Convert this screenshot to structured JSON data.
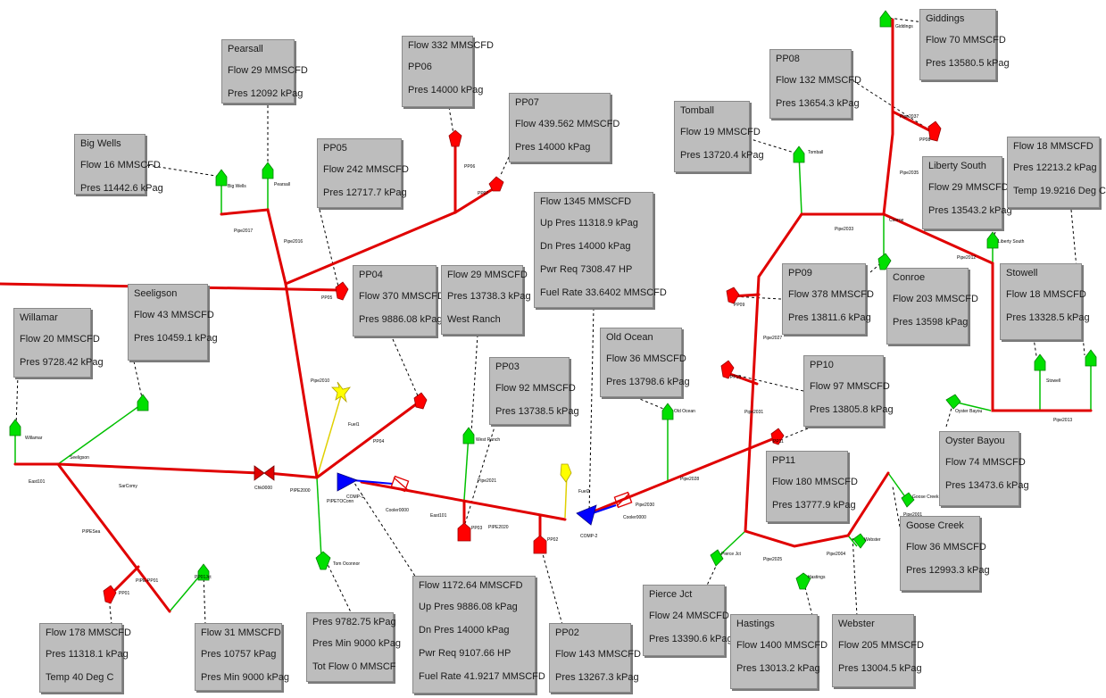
{
  "colors": {
    "pipe": "#e00000",
    "branch": "#00c000",
    "link": "#0000ff",
    "node_red": "#ff0000",
    "node_green": "#00e000",
    "node_yellow": "#ffff00",
    "compressor": "#0000ff",
    "box": "#bdbdbd"
  },
  "labels": {
    "big_wells": [
      "Big Wells",
      "Flow 16 MMSCFD",
      "Pres 11442.6 kPag"
    ],
    "pearsall": [
      "Pearsall",
      "Flow 29 MMSCFD",
      "Pres 12092 kPag"
    ],
    "pp06": [
      "Flow 332 MMSCFD",
      "PP06",
      "Pres 14000 kPag"
    ],
    "pp07": [
      "PP07",
      "Flow 439.562 MMSCFD",
      "Pres 14000 kPag"
    ],
    "pp05": [
      "PP05",
      "Flow 242 MMSCFD",
      "Pres 12717.7 kPag"
    ],
    "comp2": [
      "Flow 1345 MMSCFD",
      "Up Pres 11318.9 kPag",
      "Dn Pres 14000 kPag",
      "Pwr Req 7308.47 HP",
      "Fuel Rate 33.6402 MMSCFD"
    ],
    "pp04": [
      "PP04",
      "Flow 370 MMSCFD",
      "Pres 9886.08 kPag"
    ],
    "west_ranch": [
      "Flow 29 MMSCFD",
      "Pres 13738.3 kPag",
      "West Ranch"
    ],
    "pp03": [
      "PP03",
      "Flow 92 MMSCFD",
      "Pres 13738.5 kPag"
    ],
    "old_ocean": [
      "Old Ocean",
      "Flow 36 MMSCFD",
      "Pres 13798.6 kPag"
    ],
    "seeligson": [
      "Seeligson",
      "Flow 43 MMSCFD",
      "Pres 10459.1 kPag"
    ],
    "willamar": [
      "Willamar",
      "Flow 20 MMSCFD",
      "Pres 9728.42 kPag"
    ],
    "giddings": [
      "Giddings",
      "Flow 70 MMSCFD",
      "Pres 13580.5 kPag"
    ],
    "pp08": [
      "PP08",
      "Flow 132 MMSCFD",
      "Pres 13654.3 kPag"
    ],
    "tomball": [
      "Tomball",
      "Flow 19 MMSCFD",
      "Pres 13720.4 kPag"
    ],
    "liberty_south": [
      "Liberty South",
      "Flow 29 MMSCFD",
      "Pres 13543.2 kPag"
    ],
    "sink_temp": [
      "Flow 18 MMSCFD",
      "Pres 12213.2 kPag",
      "Temp 19.9216 Deg C"
    ],
    "pp09": [
      "PP09",
      "Flow 378 MMSCFD",
      "Pres 13811.6 kPag"
    ],
    "conroe": [
      "Conroe",
      "Flow 203 MMSCFD",
      "Pres 13598 kPag"
    ],
    "stowell": [
      "Stowell",
      "Flow 18 MMSCFD",
      "Pres 13328.5 kPag"
    ],
    "pp10": [
      "PP10",
      "Flow 97 MMSCFD",
      "Pres 13805.8 kPag"
    ],
    "oyster_bayou": [
      "Oyster Bayou",
      "Flow 74 MMSCFD",
      "Pres 13473.6 kPag"
    ],
    "pp11": [
      "PP11",
      "Flow 180 MMSCFD",
      "Pres 13777.9 kPag"
    ],
    "goose_creek": [
      "Goose Creek",
      "Flow 36 MMSCFD",
      "Pres 12993.3 kPag"
    ],
    "pierce_jct": [
      "Pierce Jct",
      "Flow 24 MMSCFD",
      "Pres 13390.6 kPag"
    ],
    "hastings": [
      "Hastings",
      "Flow 1400 MMSCFD",
      "Pres 13013.2 kPag"
    ],
    "webster": [
      "Webster",
      "Flow 205 MMSCFD",
      "Pres 13004.5 kPag"
    ],
    "pp01": [
      "Flow 178 MMSCFD",
      "Pres 11318.1 kPag",
      "Temp 40 Deg C"
    ],
    "pp01_jct": [
      "Flow 31 MMSCFD",
      "Pres 10757 kPag",
      "Pres Min 9000 kPag"
    ],
    "tom_oconnor": [
      "Pres 9782.75 kPag",
      "Pres Min 9000 kPag",
      "Tot Flow 0 MMSCF"
    ],
    "comp1": [
      "Flow 1172.64 MMSCFD",
      "Up Pres 9886.08 kPag",
      "Dn Pres 14000 kPag",
      "Pwr Req 9107.66 HP",
      "Fuel Rate 41.9217 MMSCFD"
    ],
    "pp02": [
      "PP02",
      "Flow 143 MMSCFD",
      "Pres 13267.3 kPag"
    ]
  },
  "tags": {
    "big_wells": "Big Wells",
    "pearsall": "Pearsall",
    "pipe2017": "Pipe2017",
    "pipe2016": "Pipe2016",
    "pp05": "PP05",
    "pp06": "PP06",
    "pp07": "PP07",
    "pipe2010": "Pipe2010",
    "fuel1": "Fuel1",
    "pp04": "PP04",
    "seeligson": "Seeligson",
    "willamar": "Willamar",
    "east101": "East101",
    "sarcomy": "SarComy",
    "pipe_sea": "PIPESea",
    "check": "Chk0000",
    "pipe2000": "PIPE2000",
    "pipe_tocon": "PIPETOConn",
    "comp1": "COMP-1",
    "cooler1": "Cooler0000",
    "pp01": "PP01",
    "pipe_pp01": "PIPE-PP01",
    "tom_oconnor": "Tom Oconnor",
    "pp01_jct": "PP01Jct",
    "west_ranch": "West Ranch",
    "pp03": "PP03",
    "east101b": "East101",
    "pipe2021": "Pipe2021",
    "pipe2020": "PIPE2020",
    "pp02": "PP02",
    "fuel2": "Fuel2",
    "comp2": "COMP-2",
    "cooler2": "Cooler0000",
    "old_ocean": "Old Ocean",
    "pipe2030": "Pipe2030",
    "pipe2028": "Pipe2028",
    "pp11": "PP11",
    "pipe2031": "Pipe2031",
    "pp10": "PP10",
    "pp09": "PP09",
    "pipe2027": "Pipe2027",
    "tomball": "Tomball",
    "pipe2033": "Pipe2033",
    "conroe": "Conroe",
    "pp08": "PP08",
    "giddings": "Giddings",
    "pipe2037": "Pipe2037",
    "pipe2035": "Pipe2035",
    "liberty_south": "Liberty South",
    "pipe2012": "Pipe2012",
    "stowell": "Stowell",
    "oyster_bayou": "Oyster Bayou",
    "pipe2013": "Pipe2013",
    "pierce_jct": "Pierce Jct",
    "pipe2025": "Pipe2025",
    "hastings": "Hastings",
    "webster": "Webster",
    "pipe2004": "Pipe2004",
    "goose_creek": "Goose Creek",
    "pipe2001": "Pipe2001"
  }
}
